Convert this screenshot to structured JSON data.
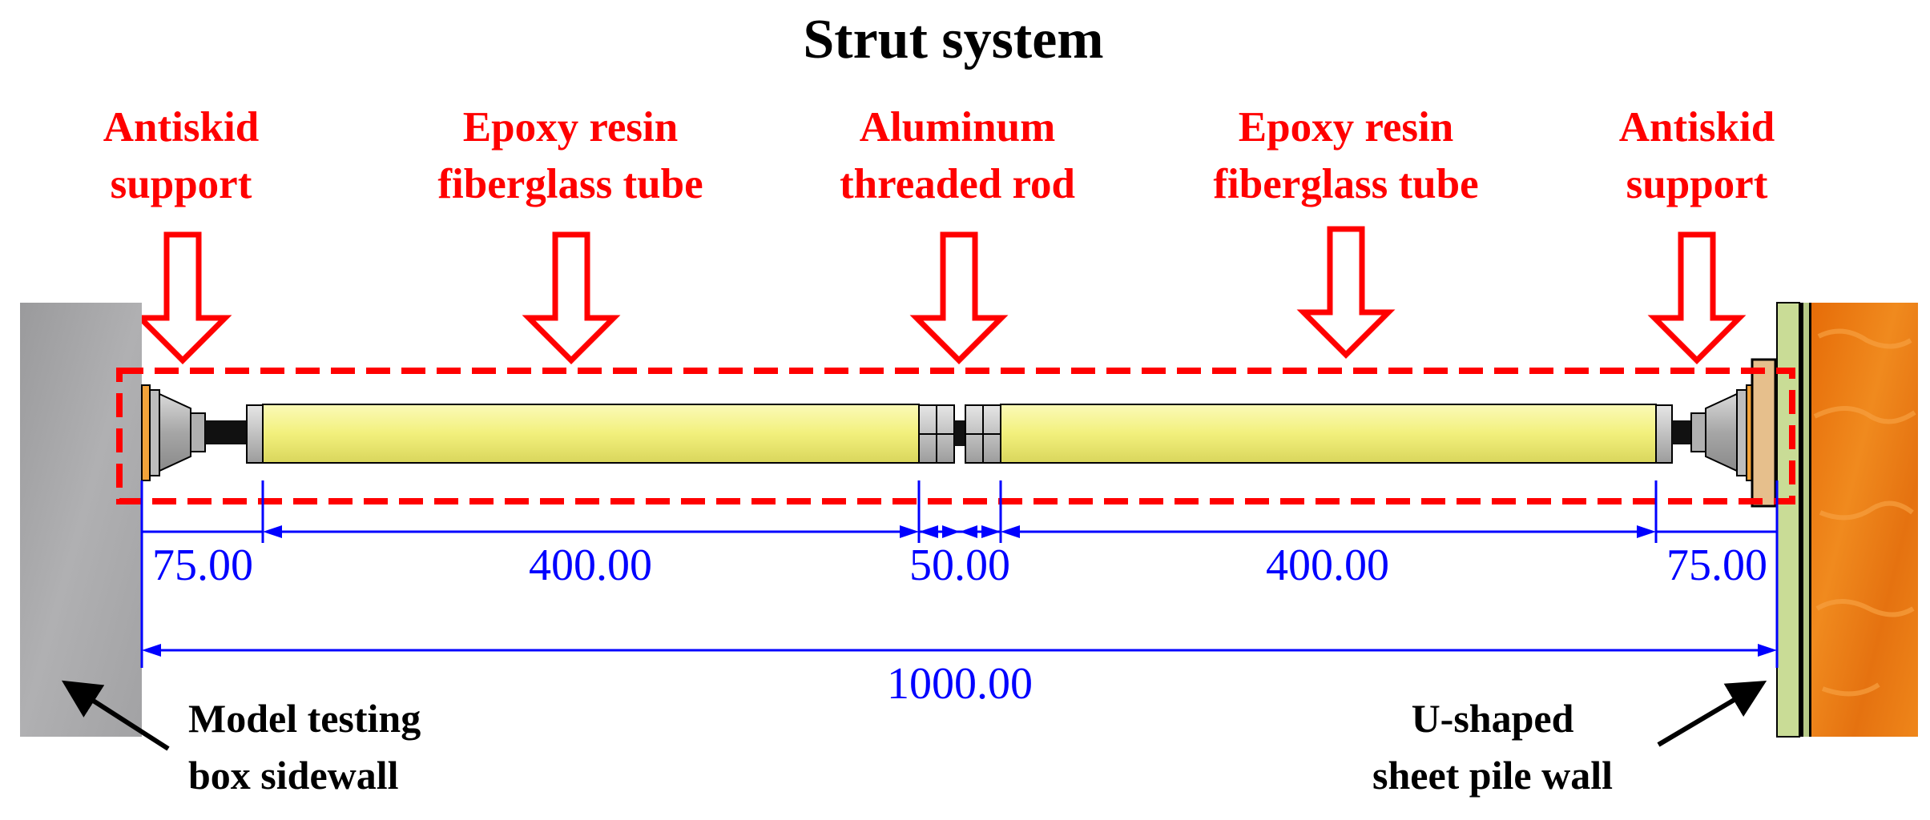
{
  "title": "Strut system",
  "components": {
    "left_support": {
      "line1": "Antiskid",
      "line2": "support"
    },
    "left_tube": {
      "line1": "Epoxy resin",
      "line2": "fiberglass tube"
    },
    "rod": {
      "line1": "Aluminum",
      "line2": "threaded rod"
    },
    "right_tube": {
      "line1": "Epoxy resin",
      "line2": "fiberglass tube"
    },
    "right_support": {
      "line1": "Antiskid",
      "line2": "support"
    }
  },
  "dimensions": {
    "left_support": "75.00",
    "left_tube": "400.00",
    "rod": "50.00",
    "right_tube": "400.00",
    "right_support": "75.00",
    "total": "1000.00"
  },
  "walls": {
    "left": {
      "line1": "Model testing",
      "line2": "box sidewall"
    },
    "right": {
      "line1": "U-shaped",
      "line2": "sheet pile wall"
    }
  },
  "colors": {
    "label_red": "#ff0000",
    "dimension_blue": "#0000ff",
    "tube_yellow": "#f4f28a",
    "left_wall_gray": "#a4a4a6",
    "right_wall_orange": "#e9780c",
    "sheet_pile_green": "#c9dc96"
  }
}
